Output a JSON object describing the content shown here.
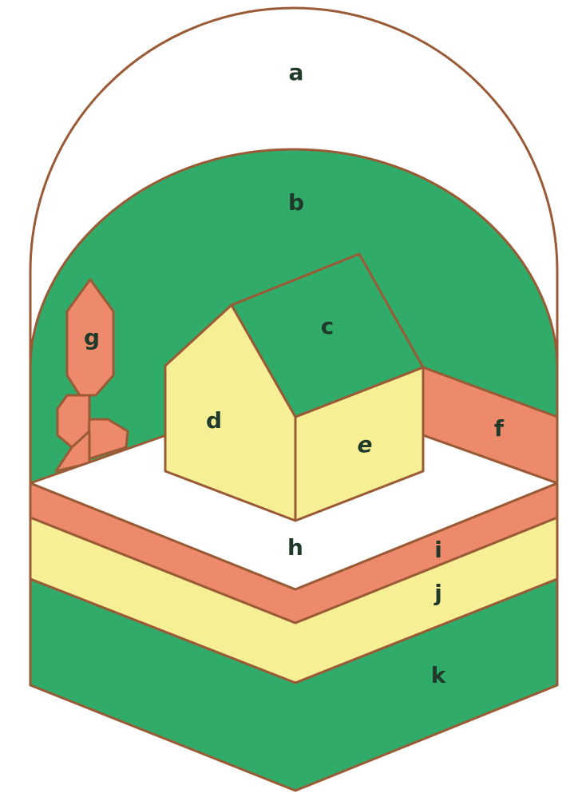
{
  "colors": {
    "green": "#31ab69",
    "salmon": "#ee8a6c",
    "yellow": "#f6ef95",
    "white": "#ffffff",
    "outline": "#9a5a35",
    "text": "#1f3a2a"
  },
  "labels": {
    "a": "a",
    "b": "b",
    "c": "c",
    "d": "d",
    "e": "e",
    "f": "f",
    "g": "g",
    "h": "h",
    "i": "i",
    "j": "j",
    "k": "k"
  }
}
